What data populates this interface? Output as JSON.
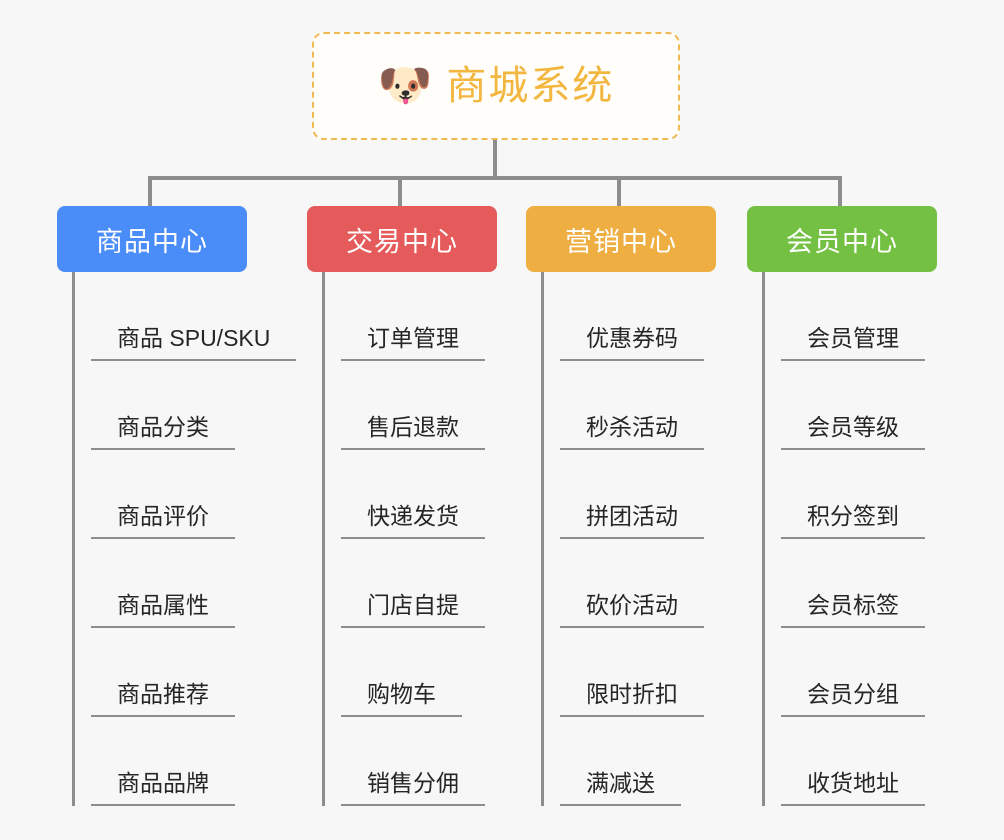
{
  "root": {
    "icon": "dog-face-icon",
    "icon_glyph": "🐶",
    "title": "商城系统",
    "title_color": "#f3b63f",
    "border_color": "#f0b952"
  },
  "connector_color": "#8d8d8d",
  "background_color": "#f7f7f7",
  "columns": [
    {
      "header": "商品中心",
      "color": "#4b8df8",
      "items": [
        "商品 SPU/SKU",
        "商品分类",
        "商品评价",
        "商品属性",
        "商品推荐",
        "商品品牌"
      ]
    },
    {
      "header": "交易中心",
      "color": "#e55b5b",
      "items": [
        "订单管理",
        "售后退款",
        "快递发货",
        "门店自提",
        "购物车",
        "销售分佣"
      ]
    },
    {
      "header": "营销中心",
      "color": "#eeae41",
      "items": [
        "优惠券码",
        "秒杀活动",
        "拼团活动",
        "砍价活动",
        "限时折扣",
        "满减送"
      ]
    },
    {
      "header": "会员中心",
      "color": "#73c043",
      "items": [
        "会员管理",
        "会员等级",
        "积分签到",
        "会员标签",
        "会员分组",
        "收货地址"
      ]
    }
  ]
}
